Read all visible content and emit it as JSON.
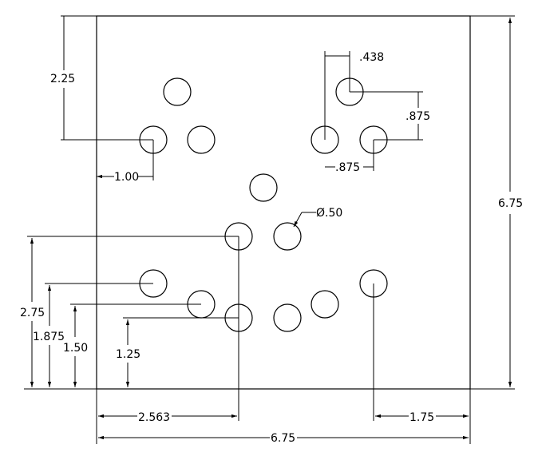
{
  "drawing": {
    "dimensions": {
      "top_offset": "2.25",
      "left_offset": "1.00",
      "hole_spacing_x": ".438",
      "hole_spacing_y": ".875",
      "hole_spacing_bottom": ".875",
      "hole_diameter": "Ø.50",
      "plate_height": "6.75",
      "height_275": "2.75",
      "height_1875": "1.875",
      "height_150": "1.50",
      "height_125": "1.25",
      "width_2563": "2.563",
      "width_175": "1.75",
      "plate_width": "6.75"
    }
  }
}
